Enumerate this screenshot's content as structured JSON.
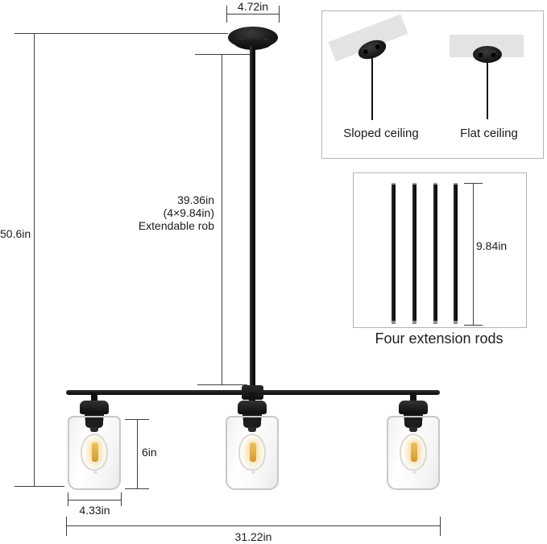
{
  "dimensions": {
    "canopy_width": "4.72in",
    "overall_height": "50.6in",
    "rod_length": "39.36in",
    "rod_length_detail": "(4×9.84in)",
    "rod_length_caption": "Extendable rob",
    "shade_height": "6in",
    "shade_diameter": "4.33in",
    "fixture_width": "31.22in",
    "extension_rod_length": "9.84in"
  },
  "mounting": {
    "sloped_label": "Sloped ceiling",
    "flat_label": "Flat ceiling"
  },
  "extension_rods": {
    "caption": "Four extension rods",
    "count": 4
  },
  "colors": {
    "line": "#3f3f3f",
    "box_border": "#b5b5b5",
    "plank": "#e3e3e3",
    "glass_border": "#c8c8c8",
    "filament": "#efc261",
    "metal": "#141414"
  }
}
